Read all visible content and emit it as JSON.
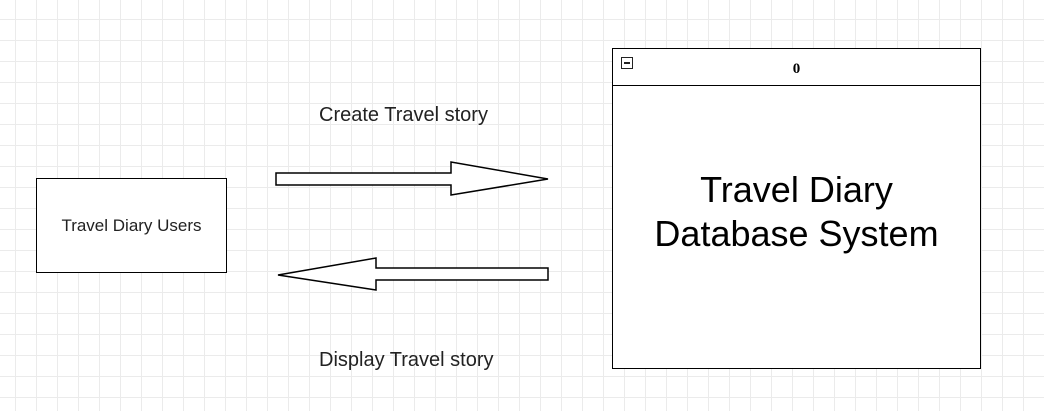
{
  "entity": {
    "label": "Travel Diary Users"
  },
  "process": {
    "number": "0",
    "title": "Travel Diary Database System"
  },
  "flows": {
    "to_process_label": "Create Travel story",
    "to_entity_label": "Display Travel story"
  },
  "icons": {
    "collapse": "minus-square-icon",
    "to_process_arrow": "arrow-right-icon",
    "to_entity_arrow": "arrow-left-icon"
  }
}
